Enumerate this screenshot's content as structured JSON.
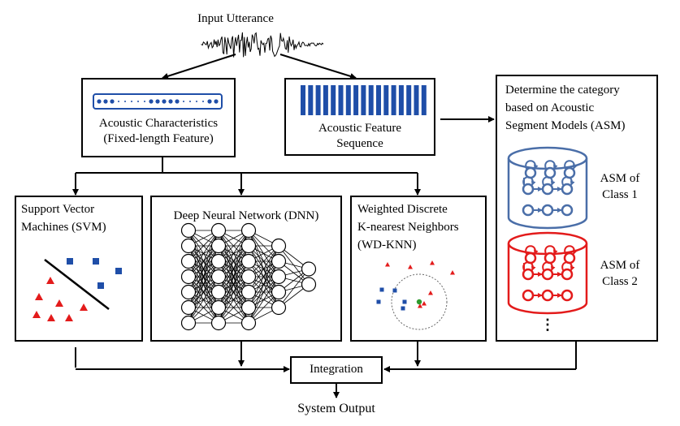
{
  "input_label": "Input Utterance",
  "acoustic_characteristics": {
    "line1": "Acoustic Characteristics",
    "line2": "(Fixed-length Feature)"
  },
  "feature_sequence": {
    "line1": "Acoustic Feature",
    "line2": "Sequence"
  },
  "asm_box": {
    "line1": "Determine the category",
    "line2": "based on Acoustic",
    "line3": "Segment Models (ASM)",
    "class1_line1": "ASM of",
    "class1_line2": "Class 1",
    "class2_line1": "ASM of",
    "class2_line2": "Class 2",
    "more": "⋮",
    "class1_color": "#4a6ea8",
    "class2_color": "#e31b1b"
  },
  "svm": {
    "line1": "Support Vector",
    "line2": "Machines (SVM)"
  },
  "dnn": {
    "label": "Deep Neural Network (DNN)"
  },
  "wdknn": {
    "line1": "Weighted Discrete",
    "line2": "K-nearest Neighbors",
    "line3": "(WD-KNN)"
  },
  "integration_label": "Integration",
  "output_label": "System Output",
  "colors": {
    "blue": "#1f4ea8",
    "red": "#e31b1b",
    "green": "#2e9b2e"
  }
}
